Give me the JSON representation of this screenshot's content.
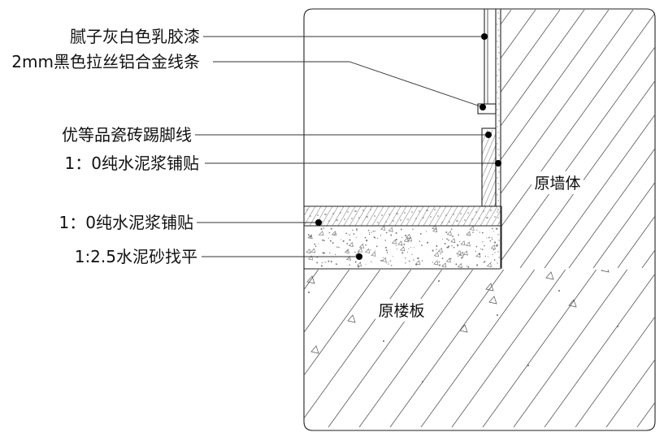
{
  "labels": {
    "putty_paint": "腻子灰白色乳胶漆",
    "alloy_strip": "2mm黑色拉丝铝合金线条",
    "skirting_tile": "优等品瓷砖踢脚线",
    "cement_paste_wall": "1：0纯水泥浆铺贴",
    "cement_paste_floor": "1：0纯水泥浆铺贴",
    "mortar_leveling": "1:2.5水泥砂找平",
    "original_wall": "原墙体",
    "original_slab": "原楼板"
  }
}
